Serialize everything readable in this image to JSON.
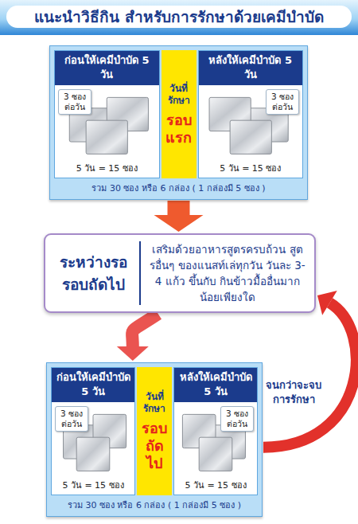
{
  "diagram": {
    "title": "แนะนำวิธีกิน สำหรับการรักษาด้วยเคมีบำบัด",
    "nodes": [
      {
        "text": [
          "รวม 30 ซอง หรือ 6 กล่อง ( 1 กล่องมี 5 ซอง )"
        ]
      },
      {
        "text": [
          "ก่อนให้เคมีบำบัด 5 วัน",
          "5 วัน = 15 ซอง"
        ],
        "in": 0
      },
      {
        "text": [
          "3 ซอง ต่อวัน"
        ],
        "in": 1
      },
      {
        "text": [
          "วันที่ รักษา",
          "รอบ แรก"
        ],
        "in": 0
      },
      {
        "text": [
          "หลังให้เคมีบำบัด 5 วัน",
          "5 วัน = 15 ซอง"
        ],
        "in": 0
      },
      {
        "text": [
          "3 ซอง ต่อวัน"
        ],
        "in": 4
      },
      {
        "text": [
          "ระหว่างรอ รอบถัดไป",
          "เสริมด้วยอาหารสูตรครบถ้วน สูตรอื่นๆ ของแนสท์เล่ทุกวัน วันละ 3-4 แก้ว ขึ้นกับ กินข้าวมื้ออื่นมากน้อยเพียงใด"
        ]
      },
      {
        "text": [
          "รวม 30 ซอง หรือ 6 กล่อง ( 1 กล่องมี 5 ซอง )"
        ]
      },
      {
        "text": [
          "ก่อนให้เคมีบำบัด 5 วัน",
          "5 วัน = 15 ซอง"
        ],
        "in": 7
      },
      {
        "text": [
          "3 ซอง ต่อวัน"
        ],
        "in": 8
      },
      {
        "text": [
          "วันที่ รักษา",
          "รอบ ถัดไป"
        ],
        "in": 7
      },
      {
        "text": [
          "หลังให้เคมีบำบัด 5 วัน",
          "5 วัน = 15 ซอง"
        ],
        "in": 7
      },
      {
        "text": [
          "3 ซอง ต่อวัน"
        ],
        "in": 11
      }
    ],
    "edges": [
      {
        "from": 0,
        "to": 6,
        "arrow": "to"
      },
      {
        "from": 6,
        "to": 7,
        "arrow": "to"
      },
      {
        "from": 7,
        "to": 6,
        "label": "จนกว่าจะจบ การรักษา",
        "arrow": "to"
      }
    ]
  }
}
